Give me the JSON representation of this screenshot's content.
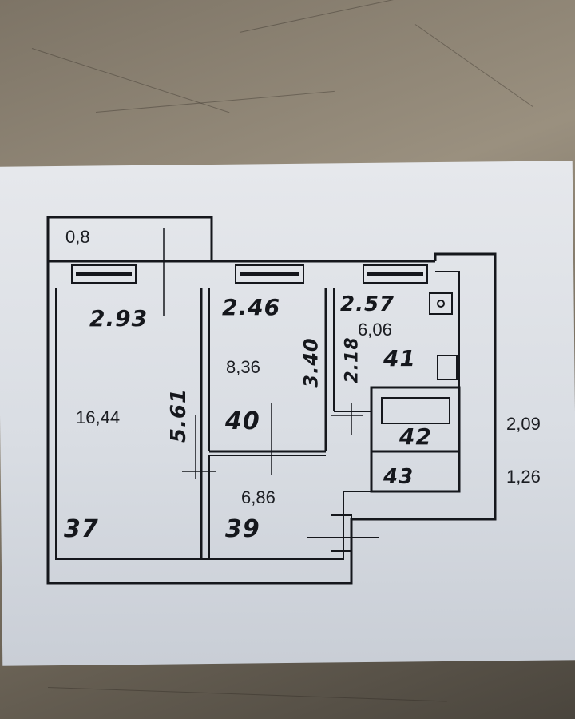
{
  "plan": {
    "rooms": [
      {
        "id": "room-37",
        "number": "37",
        "area": "16,44",
        "width_mark": "2.93",
        "length_mark": "5.61"
      },
      {
        "id": "room-40",
        "number": "40",
        "area": "8,36",
        "width_mark": "2.46",
        "length_mark": "3.40"
      },
      {
        "id": "kitchen-41",
        "number": "41",
        "area": "6,06",
        "width_mark": "2.57",
        "length_mark": "2.18"
      },
      {
        "id": "hall-39",
        "number": "39",
        "area": "6,86"
      },
      {
        "id": "bath-42",
        "number": "42",
        "area": "2,09"
      },
      {
        "id": "wc-43",
        "number": "43",
        "area": "1,26"
      },
      {
        "id": "balcony",
        "area": "0,8"
      }
    ]
  },
  "colors": {
    "ink": "#15171c",
    "paper": "#dde0e6",
    "background": "#8a8172"
  }
}
